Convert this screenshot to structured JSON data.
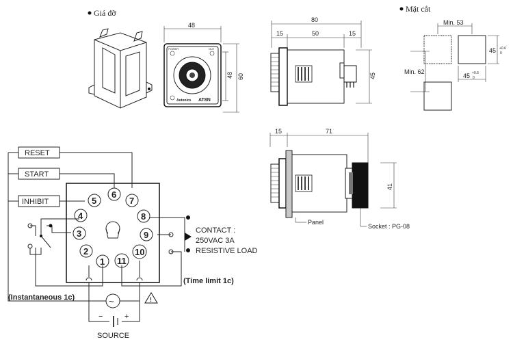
{
  "sections": {
    "bracket": "Giá đỡ",
    "cutout": "Mặt cắt"
  },
  "front": {
    "dim_width": "48",
    "dim_height": "48",
    "dim_total_height": "60",
    "model": "AT8N",
    "brand": "Autonics",
    "power": "POWER",
    "out": "OUT"
  },
  "side": {
    "dim_total": "80",
    "dim_left": "15",
    "dim_mid": "50",
    "dim_right": "15",
    "dim_height": "45"
  },
  "panel_view": {
    "dim_left": "15",
    "dim_right": "71",
    "dim_height": "41",
    "panel_label": "Panel",
    "socket_label": "Socket : PG-08"
  },
  "cut": {
    "min_h": "Min. 53",
    "min_v": "Min. 62",
    "size_v": "45",
    "size_h": "45",
    "tol": "+0.6",
    "tol0": "0"
  },
  "wiring": {
    "inputs": [
      "RESET",
      "START",
      "INHIBIT"
    ],
    "pins": [
      "1",
      "2",
      "3",
      "4",
      "5",
      "6",
      "7",
      "8",
      "9",
      "10",
      "11"
    ],
    "contact_line1": "CONTACT :",
    "contact_line2": "250VAC 3A",
    "contact_line3": "RESISTIVE LOAD",
    "time_limit": "(Time limit 1c)",
    "instantaneous": "(Instantaneous 1c)",
    "source": "SOURCE",
    "minus": "−",
    "plus": "+",
    "ac": "~",
    "warning": "!"
  }
}
